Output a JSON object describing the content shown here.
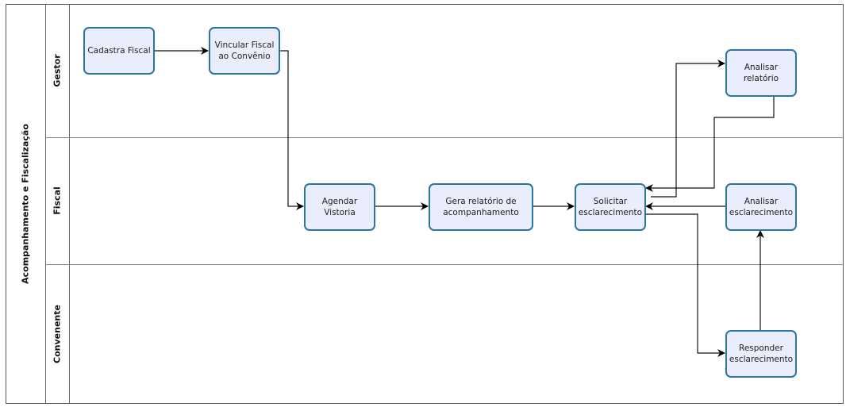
{
  "pool": {
    "label": "Acompanhamento e Fiscalização"
  },
  "lanes": [
    {
      "label": "Gestor"
    },
    {
      "label": "Fiscal"
    },
    {
      "label": "Convenente"
    }
  ],
  "tasks": {
    "cadastra": "Cadastra Fiscal",
    "vincular": "Vincular Fiscal ao Convênio",
    "analisar_relatorio": "Analisar relatório",
    "agendar": "Agendar Vistoria",
    "gera": "Gera relatório de acompanhamento",
    "solicitar": "Solicitar esclarecimento",
    "analisar_esclarecimento": "Analisar esclarecimento",
    "responder": "Responder esclarecimento"
  },
  "colors": {
    "task_border": "#2a75a8",
    "task_fill": "#e9edfc"
  }
}
